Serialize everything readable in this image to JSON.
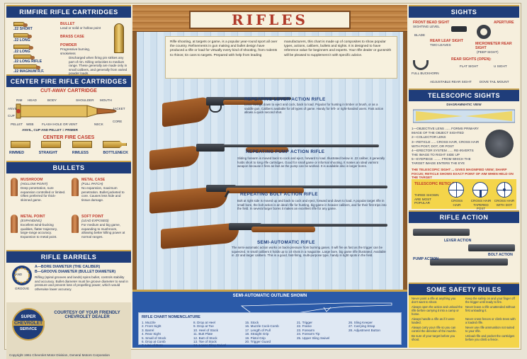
{
  "title": "RIFLES",
  "intro": "Rifle shooting, at targets or game, is a popular year-round sport all over the country. Refinements in gun making and bullet design have produced a rifle or load for virtually every kind of shooting, from rodents to rhinos; tin cans to targets. Prepared with help from leading manufacturers, this chart is made up of composites to show popular types, actions, calibers, bullets and sights. It is designed to have reference value for beginners and experts. Your rifle dealer or gunsmith will be pleased to supplement it with specific advice.",
  "left": {
    "rimfire": {
      "header": "RIMFIRE RIFLE CARTRIDGES",
      "cartridges": [
        ".22 SHORT",
        ".22 LONG",
        ".22 LONG",
        ".22 LONG RIFLE",
        ".22 MAGNUM R.F."
      ],
      "callouts": [
        "BULLET",
        "Lead or solid or hollow point",
        "BRASS CASE",
        "POWDER",
        "Progressive burning, smokeless"
      ],
      "note": "Discharged when firing pin strikes any part of rim. Killing velocities to medium range. These generally are made only in small calibers, and generally from varied powder loads."
    },
    "centerfire": {
      "header": "CENTER FIRE RIFLE CARTRIDGES",
      "cutaway": "CUT-AWAY CARTRIDGE",
      "labels": [
        "RIM",
        "HEAD",
        "BODY",
        "SHOULDER",
        "MOUTH",
        "ANVIL",
        "CUP",
        "JACKET",
        "CORE",
        "PELLET",
        "WEB",
        "FLASH HOLE OR VENT",
        "NECK",
        "ANVIL, CUP AND PELLET = PRIMER"
      ],
      "cases_title": "CENTER FIRE CASES",
      "cases": [
        "RIMMED",
        "STRAIGHT",
        "RIMLESS",
        "BOTTLENECK"
      ]
    },
    "bullets": {
      "header": "BULLETS",
      "items": [
        {
          "name": "MUSHROOM",
          "sub": "(HOLLOW POINT)",
          "text": "Deep penetration, sure expansion controlled or limited. Often preferred for thick-skinned game."
        },
        {
          "name": "METAL CASE",
          "sub": "(FULL PATCH)",
          "text": "No expansion, maximum penetration. Bullet jacketed to core. Causes less hide and tissue damage."
        },
        {
          "name": "METAL POINT",
          "sub": "(EXPANDING)",
          "text": "Excellent wind-bucking qualities, flatter trajectory, large-range accuracy. Expansion to metal point."
        },
        {
          "name": "SOFT POINT",
          "sub": "(LEAD EXPOSED)",
          "text": "For medium and big game, expanding to mushroom, allowing better killing power at normal ranges."
        }
      ]
    },
    "barrels": {
      "header": "RIFLE BARRELS",
      "lines": [
        "A—BORE DIAMETER (THE CALIBER)",
        "B—GROOVE DIAMETER (BULLET DIAMETER)"
      ],
      "land": "LAND",
      "groove": "GROOVE",
      "text": "Rifling (spiral grooves and lands) spins bullet, controls stability and accuracy. Bullet diameter must be groove diameter to seal in pressure and prevent loss of propelling power, which would otherwise lower accuracy."
    },
    "courtesy": "COURTESY OF YOUR FRIENDLY CHEVROLET DEALER",
    "badge": [
      "SUPER",
      "CHEVROLET",
      "SERVICE"
    ],
    "copyright": "Copyright 1961 Chevrolet Motor Division, General Motors Corporation"
  },
  "rifles": [
    {
      "title": "REPEATING LEVER ACTION RIFLE",
      "text": "Lever swings down to eject and cock, back to load. Popular for hunting in timber or brush, or as a saddle gun. Calibers available for all types of game. Handy for left- or right-handed users. Fast action allows a quick second shot."
    },
    {
      "title": "REPEATING PUMP ACTION RIFLE",
      "text": "Sliding forearm is moved back to cock and eject, forward to load. Illustrated below in .22 caliber, it generally holds short to long rifle cartridges. Good for small game or informal shooting. It makes an ideal varmint weapon because it fires as fast as the pump can be worked. It is available also in larger bores."
    },
    {
      "title": "REPEATING BOLT ACTION RIFLE",
      "text": "Bolt at right side is moved up and back to cock and eject, forward and down to load. A popular target rifle in small bore, the bolt action is an ideal rifle for hunting, big-game in heavier calibers, and for their first trips into the field. In several larger bores it makes an excellent rifle for any game."
    },
    {
      "title": "SEMI-AUTOMATIC RIFLE",
      "text": "The semi-automatic action works on back-pressure from burning gases. It will fire as fast as the trigger can be squeezed. In small calibers it holds up to 10 shots in a magazine. Large bore, big game rifle illustrated. Available in .22 and larger calibers. This is a good, fast-firing, multi-purpose type, handy in tight spots in the field."
    }
  ],
  "outline": {
    "title": "SEMI-AUTOMATIC OUTLINE SHOWN",
    "nomenclature_title": "RIFLE CHART NOMENCLATURE",
    "items": [
      "1. Muzzle",
      "2. Front Sight",
      "3. Barrel",
      "4. Rear Sight",
      "5. Small of Stock",
      "6. Drop at Comb",
      "7. Line of Bore",
      "8. Drop at Heel",
      "9. Drop at Toe",
      "10. Heel of Stock",
      "11. Butt Plate",
      "12. Butt of Stock",
      "13. Toe of Stock",
      "14. Lower Sling Swivel",
      "15. Stock",
      "16. Muzzle Cock-Comb",
      "17. Length of Pull",
      "18. Straight Grip",
      "19. Pistol Grip",
      "20. Trigger Guard",
      "21. Trigger",
      "22. Frame",
      "23. Forearm",
      "24. Forearm Tip",
      "25. Upper Sling Swivel",
      "26. Sling Keeper",
      "27. Carrying Strap",
      "28. Adjustment Button"
    ]
  },
  "right": {
    "sights": {
      "header": "SIGHTS",
      "labels": [
        "FRONT BEAD SIGHT",
        "SIGHTING LEVEL",
        "APERTURE",
        "BLADE",
        "REAR LEAF SIGHT",
        "TWO LEAVES",
        "MICROMETER REAR SIGHT",
        "(PEEP SIGHT)",
        "REAR SIGHTS (OPEN):",
        "FULL BUCKHORN",
        "FLAT SIGHT",
        "U SIGHT",
        "ADJUSTABLE REAR SIGHT",
        "DOVE TAIL MOUNT"
      ]
    },
    "telescopic": {
      "header": "TELESCOPIC SIGHTS",
      "diagram": "DIAGRAMMATIC VIEW",
      "parts": [
        "1—OBJECTIVE LENS ...... FORMS PRIMARY IMAGE OF THE OBJECT SIGHTED",
        "2—COLLECTOR LENS",
        "3—RETICLE ..... CROSS HAIR, CROSS HAIR WITH POST, DOT, OR POST",
        "4—ERECTOR SYSTEM ...... RE-INVERTS THE IMAGE TO RIGHT SIDE UP",
        "5—EYEPIECE ........ FROM WHICH THE TARGET IMAGE ENTERS THE EYE"
      ],
      "note": "THE TELESCOPIC SIGHT ... GIVES MAGNIFIED VIEW; SHARP FOCUS; RETICLE SHOWS EXACT POINT OF AIM WHEN HELD ON THE TARGET",
      "reticles_title": "TELESCOPIC RETICLES",
      "reticles_sub": "THREE SHOWN ARE MOST POPULAR",
      "reticles": [
        "CROSS HAIR",
        "CROSS HAIR TAPERED POST",
        "CROSS HAIR WITH DOT"
      ]
    },
    "action": {
      "header": "RIFLE ACTION",
      "labels": [
        "LEVER ACTION",
        "BOLT ACTION",
        "PUMP ACTION"
      ]
    },
    "safety": {
      "header": "SOME SAFETY RULES",
      "rules": [
        "Never point a rifle at anything you don't want to shoot.",
        "Keep the safety on and your finger off the trigger until ready to fire.",
        "Always open the action and unload the rifle before carrying it into a camp or home.",
        "Never leave a rifle unattended without first unloading it.",
        "Always handle a rifle as if it were loaded.",
        "Never cross fences or climb trees with a loaded rifle.",
        "Always carry your rifle so you can control the direction of the muzzle.",
        "Never use rifle ammunition not suited to your rifle.",
        "Be sure of your target before you shoot.",
        "Unload rifle and pocket the cartridges before you climb a fence."
      ]
    }
  },
  "colors": {
    "navy": "#1f3d7a",
    "red": "#c0392b",
    "gold": "#c9a24a",
    "yellow": "#f4d54a",
    "wood": "#b07438"
  }
}
